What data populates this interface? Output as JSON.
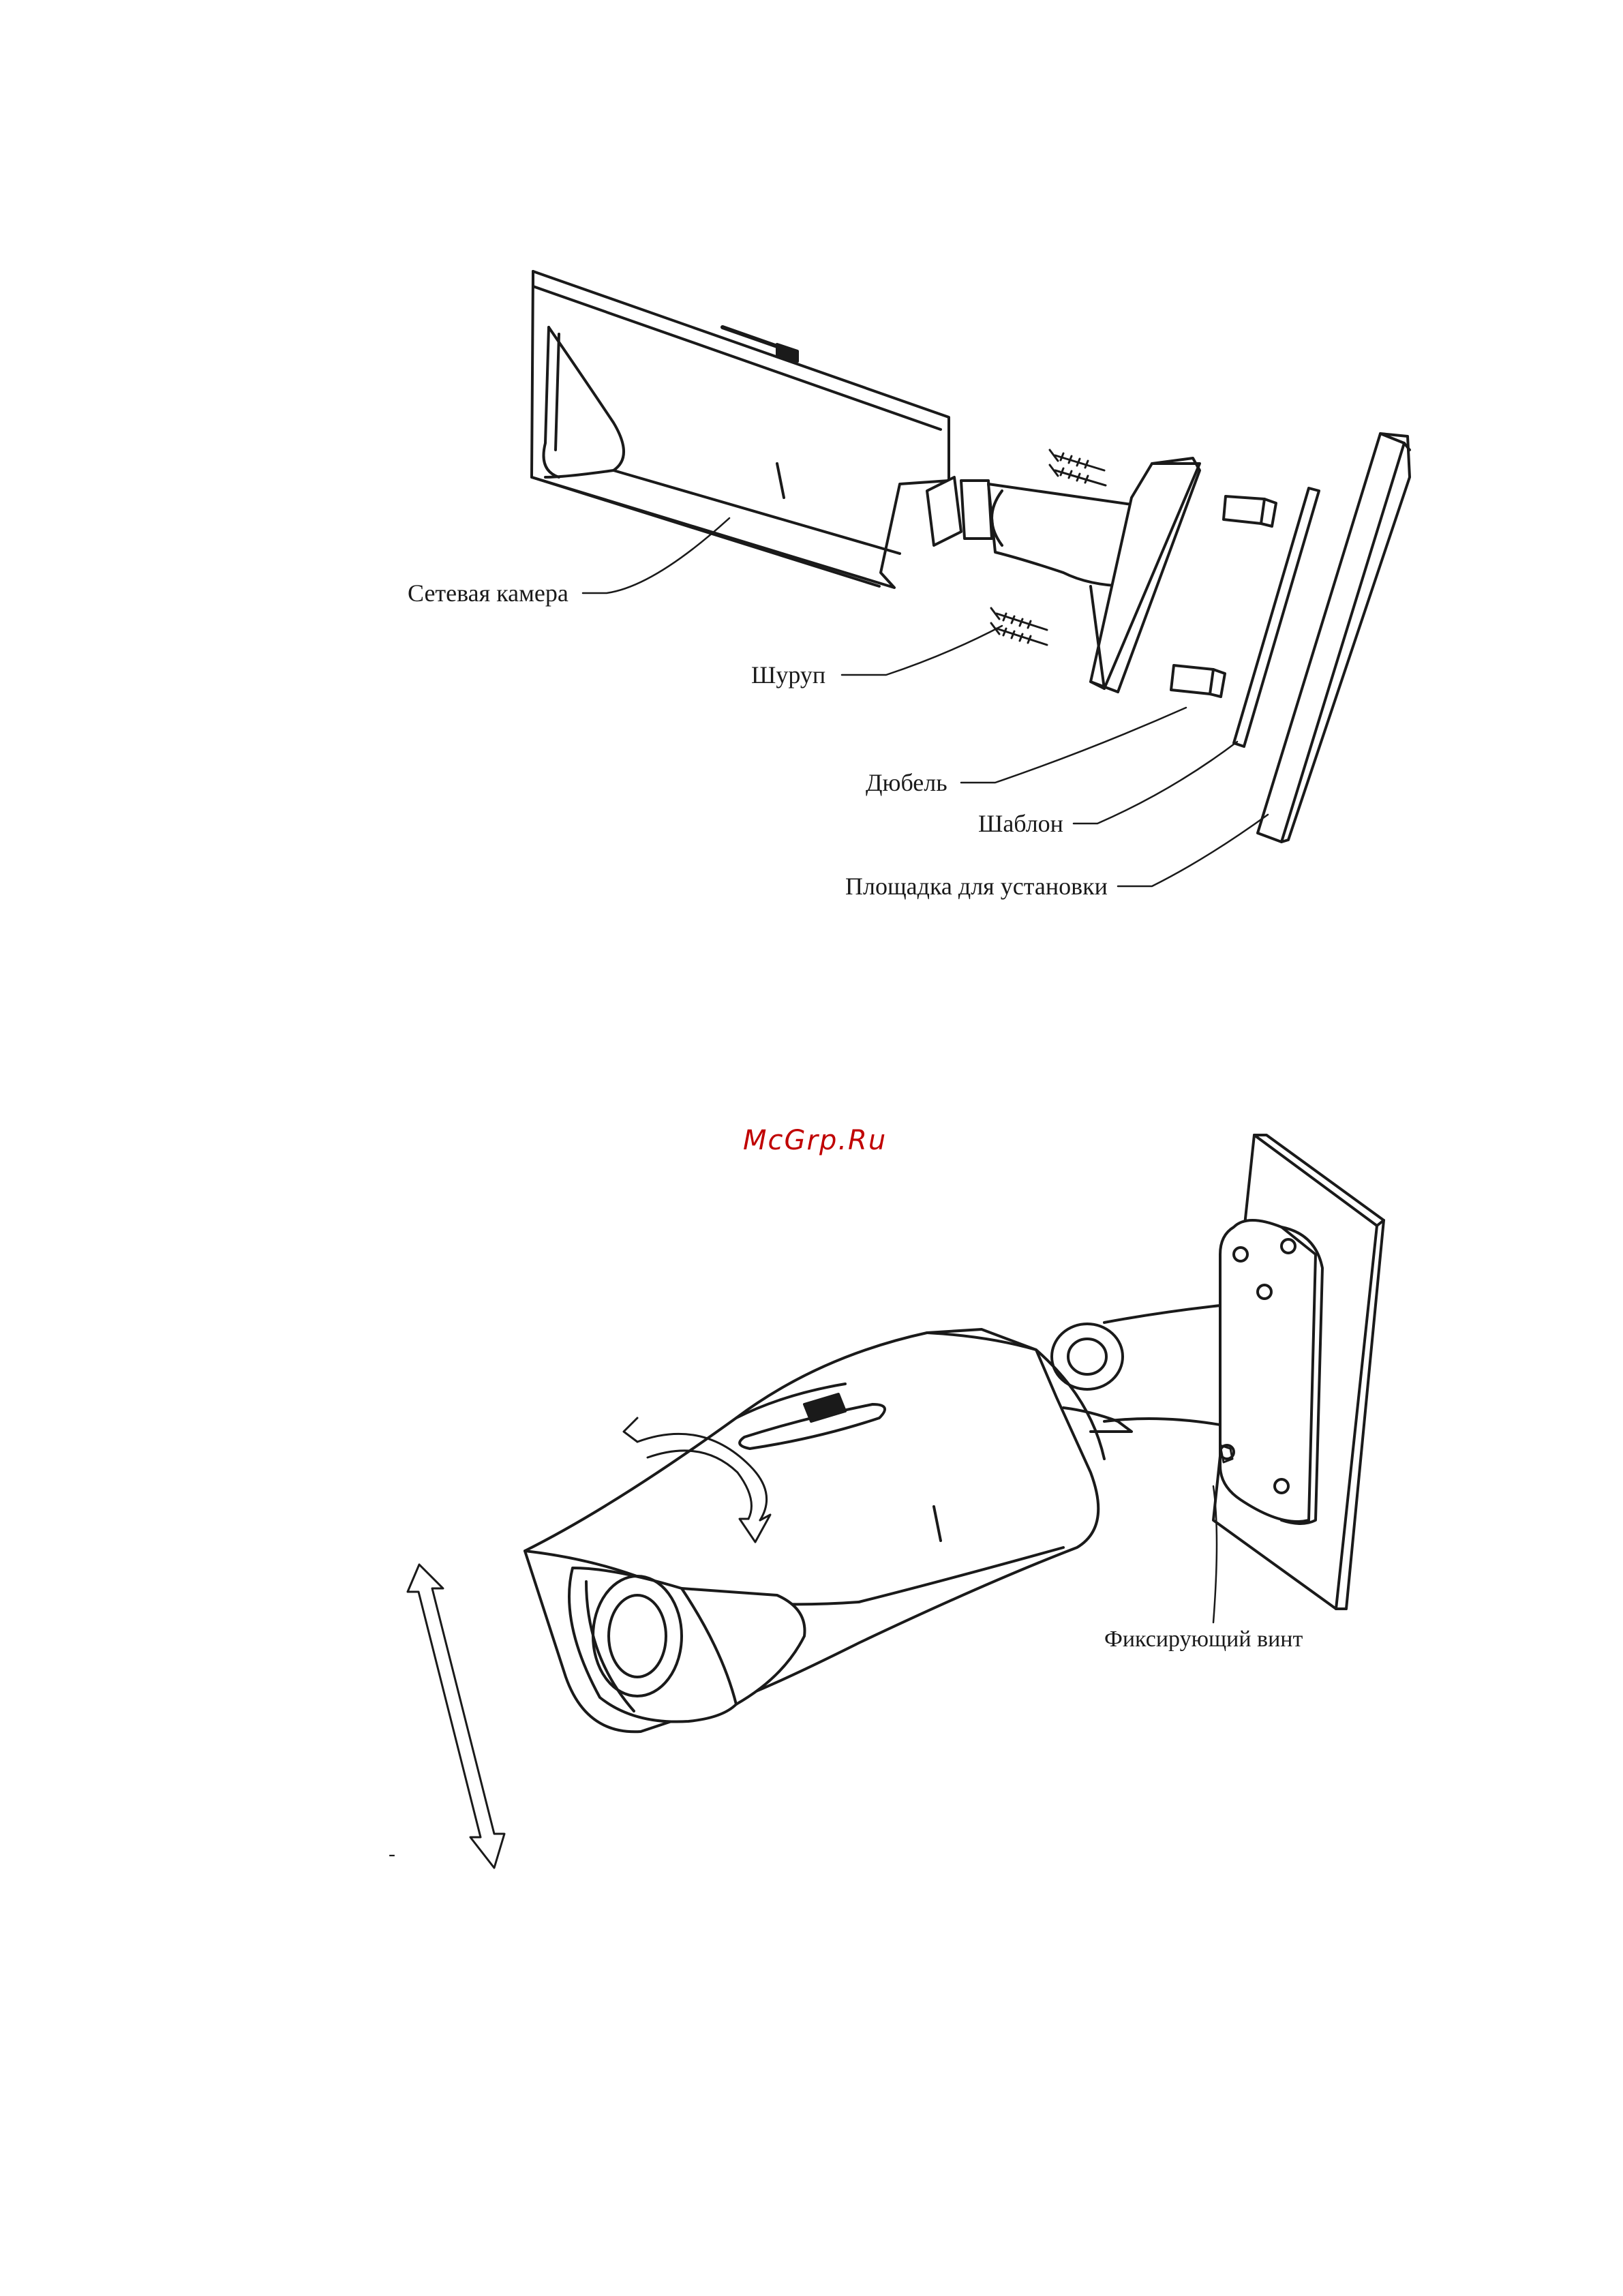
{
  "watermark": "McGrp.Ru",
  "figure1": {
    "labels": {
      "camera": "Сетевая камера",
      "screw": "Шуруп",
      "dowel": "Дюбель",
      "template": "Шаблон",
      "mount_surface": "Площадка для установки"
    }
  },
  "figure2": {
    "labels": {
      "fixing_screw": "Фиксирующий винт"
    },
    "misc_mark": "-"
  }
}
